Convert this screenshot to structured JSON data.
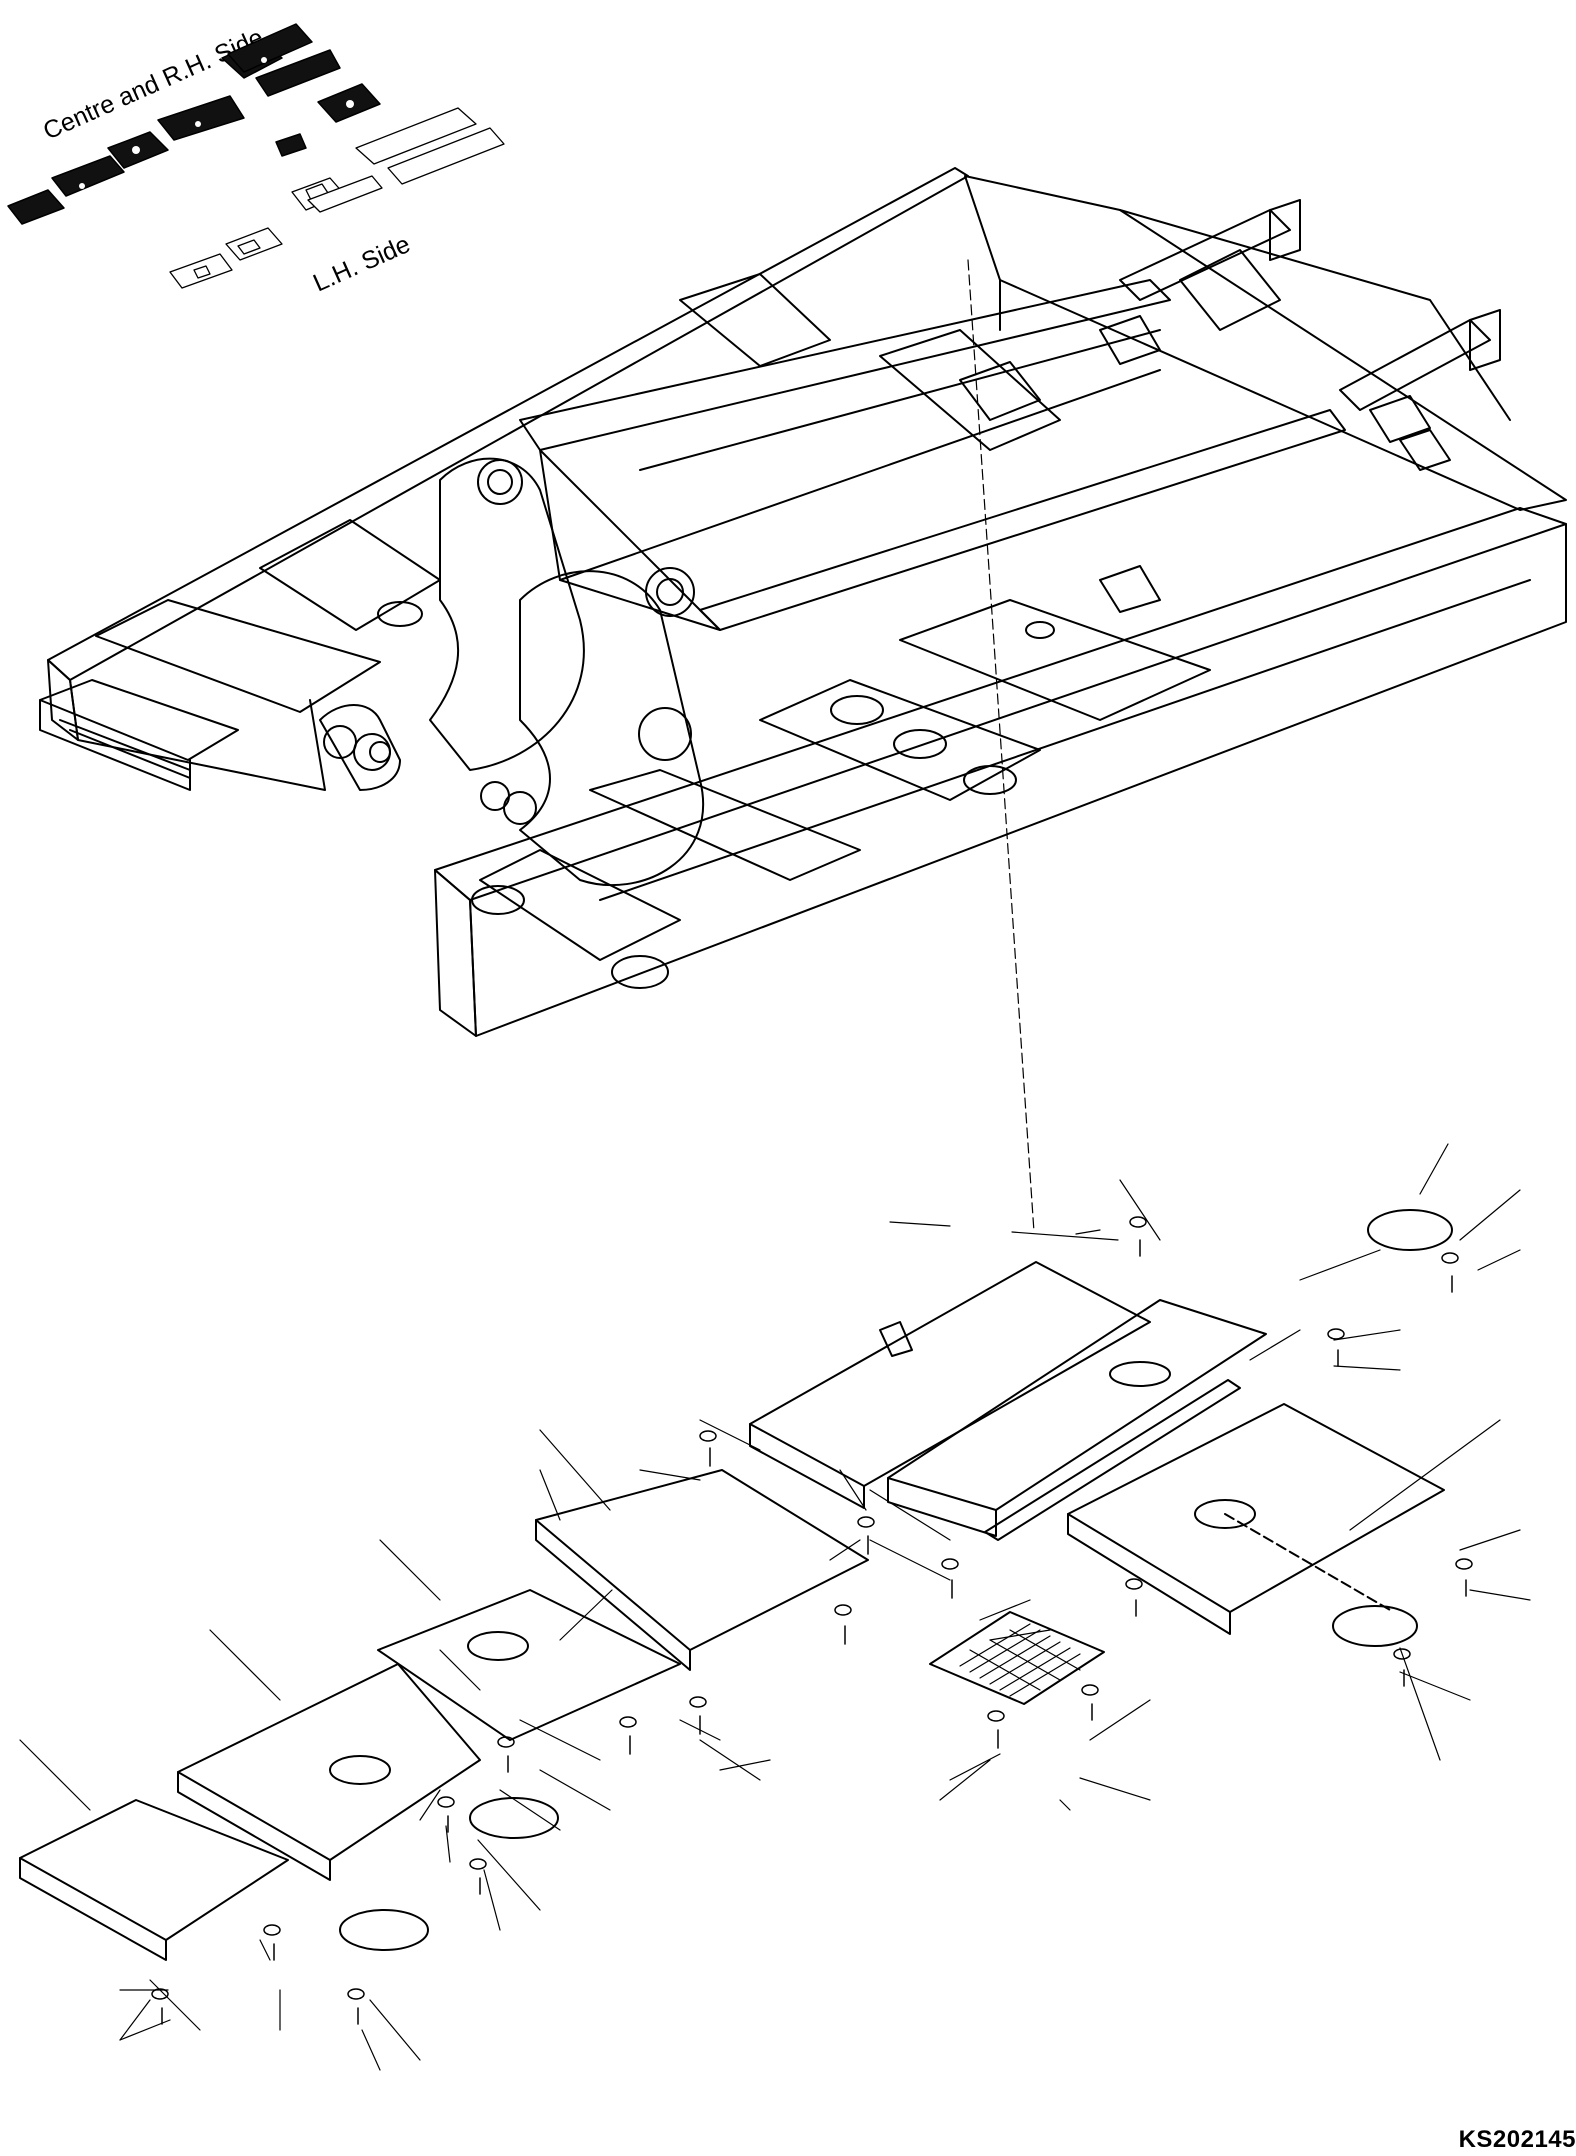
{
  "inset": {
    "title_top": "Centre and R.H. Side",
    "title_bottom": "L.H. Side"
  },
  "drawing_id": "KS202145"
}
